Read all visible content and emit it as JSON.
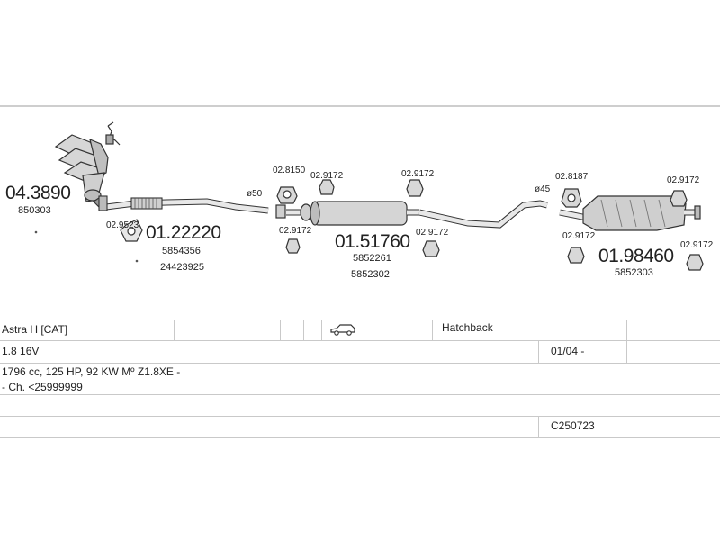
{
  "parts": {
    "manifold": {
      "code": "04.3890",
      "ref": "850303"
    },
    "front_pipe": {
      "code": "01.22220",
      "refs": [
        "5854356",
        "24423925"
      ]
    },
    "middle_silencer": {
      "code": "01.51760",
      "refs": [
        "5852261",
        "5852302"
      ]
    },
    "rear_silencer": {
      "code": "01.98460",
      "ref": "5852303"
    }
  },
  "fittings": {
    "gasket_front": "02.9523",
    "hanger_a": "02.8150",
    "hanger_b": "02.9172",
    "hanger_c": "02.9172",
    "hanger_d": "02.9172",
    "hanger_e": "02.9172",
    "hanger_f": "02.8187",
    "hanger_g": "02.9172",
    "hanger_h": "02.9172",
    "hanger_i": "02.9172"
  },
  "diameters": {
    "d1": "ø50",
    "d2": "ø45"
  },
  "vehicle": {
    "model": "Astra H  [CAT]",
    "body": "Hatchback",
    "body_icon": "car-icon",
    "engine": "1.8 16V",
    "date": "01/04 -",
    "spec": "1796 cc, 125 HP, 92 KW Mº Z1.8XE -",
    "chassis": "- Ch. <25999999",
    "catalog_code": "C250723"
  },
  "colors": {
    "ink": "#333333",
    "part_fill": "#cfcfcf",
    "rule": "#c9c9c9"
  }
}
